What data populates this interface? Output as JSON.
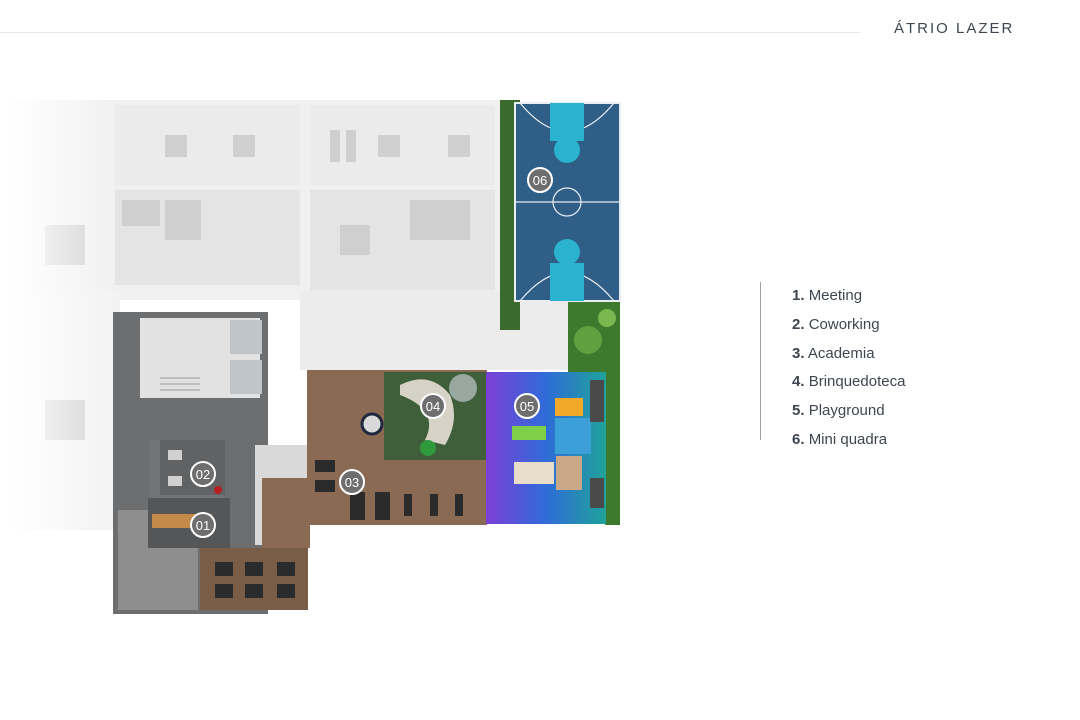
{
  "page_title": "ÁTRIO LAZER",
  "colors": {
    "text": "#3d4650",
    "wall": "#5d5f60",
    "wood_floor": "#8a6a52",
    "court": "#2f5e86",
    "lawn": "#3a6a2c",
    "marker": "#6e6e6e",
    "playground_gradient": [
      "#7c3fd6",
      "#2f6cd8",
      "#1fa39a"
    ]
  },
  "markers": [
    {
      "label": "01",
      "area": "Meeting"
    },
    {
      "label": "02",
      "area": "Coworking"
    },
    {
      "label": "03",
      "area": "Academia"
    },
    {
      "label": "04",
      "area": "Brinquedoteca"
    },
    {
      "label": "05",
      "area": "Playground"
    },
    {
      "label": "06",
      "area": "Mini quadra"
    }
  ],
  "legend": [
    {
      "num": "1.",
      "label": "Meeting"
    },
    {
      "num": "2.",
      "label": "Coworking"
    },
    {
      "num": "3.",
      "label": "Academia"
    },
    {
      "num": "4.",
      "label": "Brinquedoteca"
    },
    {
      "num": "5.",
      "label": "Playground"
    },
    {
      "num": "6.",
      "label": "Mini quadra"
    }
  ]
}
